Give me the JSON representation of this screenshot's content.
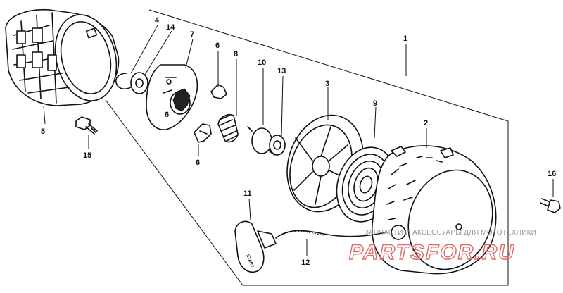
{
  "diagram": {
    "callouts": {
      "c1": "1",
      "c2": "2",
      "c3": "3",
      "c4": "4",
      "c5": "5",
      "c6a": "6",
      "c6b": "6",
      "c6c": "6",
      "c7": "7",
      "c8": "8",
      "c9": "9",
      "c10": "10",
      "c11": "11",
      "c12": "12",
      "c13": "13",
      "c14": "14",
      "c15": "15",
      "c16": "16"
    },
    "handle_text": "START"
  },
  "watermark": {
    "line1": "ЗАПЧАСТИ И АКСЕССУАРЫ ДЛЯ МОТОТЕХНИКИ",
    "line2": "PARTSFOR.RU"
  },
  "colors": {
    "ink": "#111111",
    "watermark_text": "#9a9a9a",
    "watermark_logo": "#e06a6a"
  }
}
